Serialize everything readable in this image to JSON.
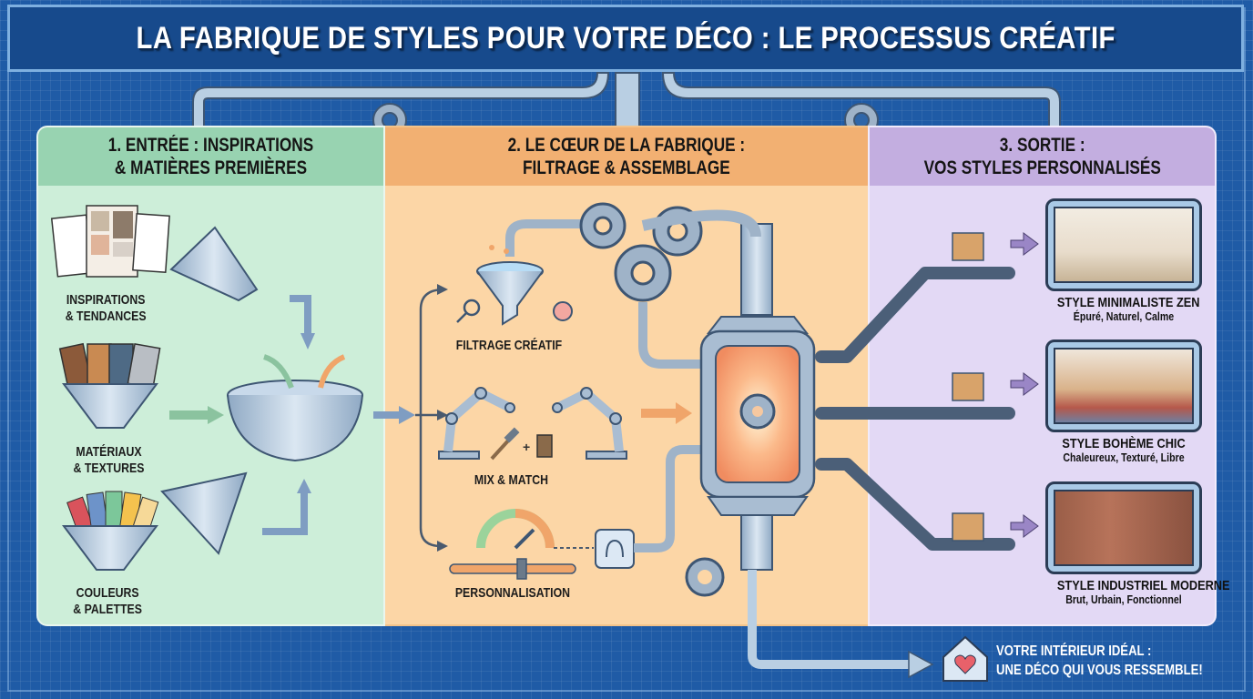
{
  "title": "LA FABRIQUE DE STYLES POUR VOTRE DÉCO : LE PROCESSUS CRÉATIF",
  "colors": {
    "background": "#1f5ba6",
    "title_bar": "#174a8c",
    "input_panel": "#cdeed9",
    "input_header": "#98d3b1",
    "core_panel": "#fcd6a6",
    "core_header": "#f2b072",
    "output_panel": "#e3d9f5",
    "output_header": "#c3aee0"
  },
  "stages": [
    {
      "header_line1": "1. ENTRÉE : INSPIRATIONS",
      "header_line2": "& MATIÈRES PREMIÈRES",
      "items": [
        {
          "line1": "INSPIRATIONS",
          "line2": "& TENDANCES",
          "icon": "moodboard-icon"
        },
        {
          "line1": "MATÉRIAUX",
          "line2": "& TEXTURES",
          "icon": "material-swatches-icon"
        },
        {
          "line1": "COULEURS",
          "line2": "& PALETTES",
          "icon": "color-palette-icon"
        }
      ],
      "mixer": "mixing-bowl-icon"
    },
    {
      "header_line1": "2. LE CŒUR DE LA FABRIQUE :",
      "header_line2": "FILTRAGE & ASSEMBLAGE",
      "steps": [
        {
          "label": "FILTRAGE CRÉATIF",
          "icons": [
            "funnel-icon",
            "magnifier-icon",
            "brain-icon"
          ]
        },
        {
          "label": "MIX & MATCH",
          "icons": [
            "robot-arm-icon",
            "hammer-icon",
            "thread-spool-icon"
          ]
        },
        {
          "label": "PERSONNALISATION",
          "icons": [
            "gauge-icon",
            "slider-icon",
            "fingerprint-icon"
          ]
        }
      ],
      "machine": "reactor-machine-icon"
    },
    {
      "header_line1": "3. SORTIE :",
      "header_line2": "VOS STYLES PERSONNALISÉS",
      "styles": [
        {
          "name": "STYLE MINIMALISTE ZEN",
          "desc": "Épuré, Naturel, Calme"
        },
        {
          "name": "STYLE BOHÈME CHIC",
          "desc": "Chaleureux, Texturé, Libre"
        },
        {
          "name": "STYLE INDUSTRIEL MODERNE",
          "desc": "Brut, Urbain, Fonctionnel"
        }
      ]
    }
  ],
  "final": {
    "line1": "VOTRE INTÉRIEUR IDÉAL :",
    "line2": "UNE DÉCO QUI VOUS RESSEMBLE!",
    "icon": "house-heart-icon"
  }
}
